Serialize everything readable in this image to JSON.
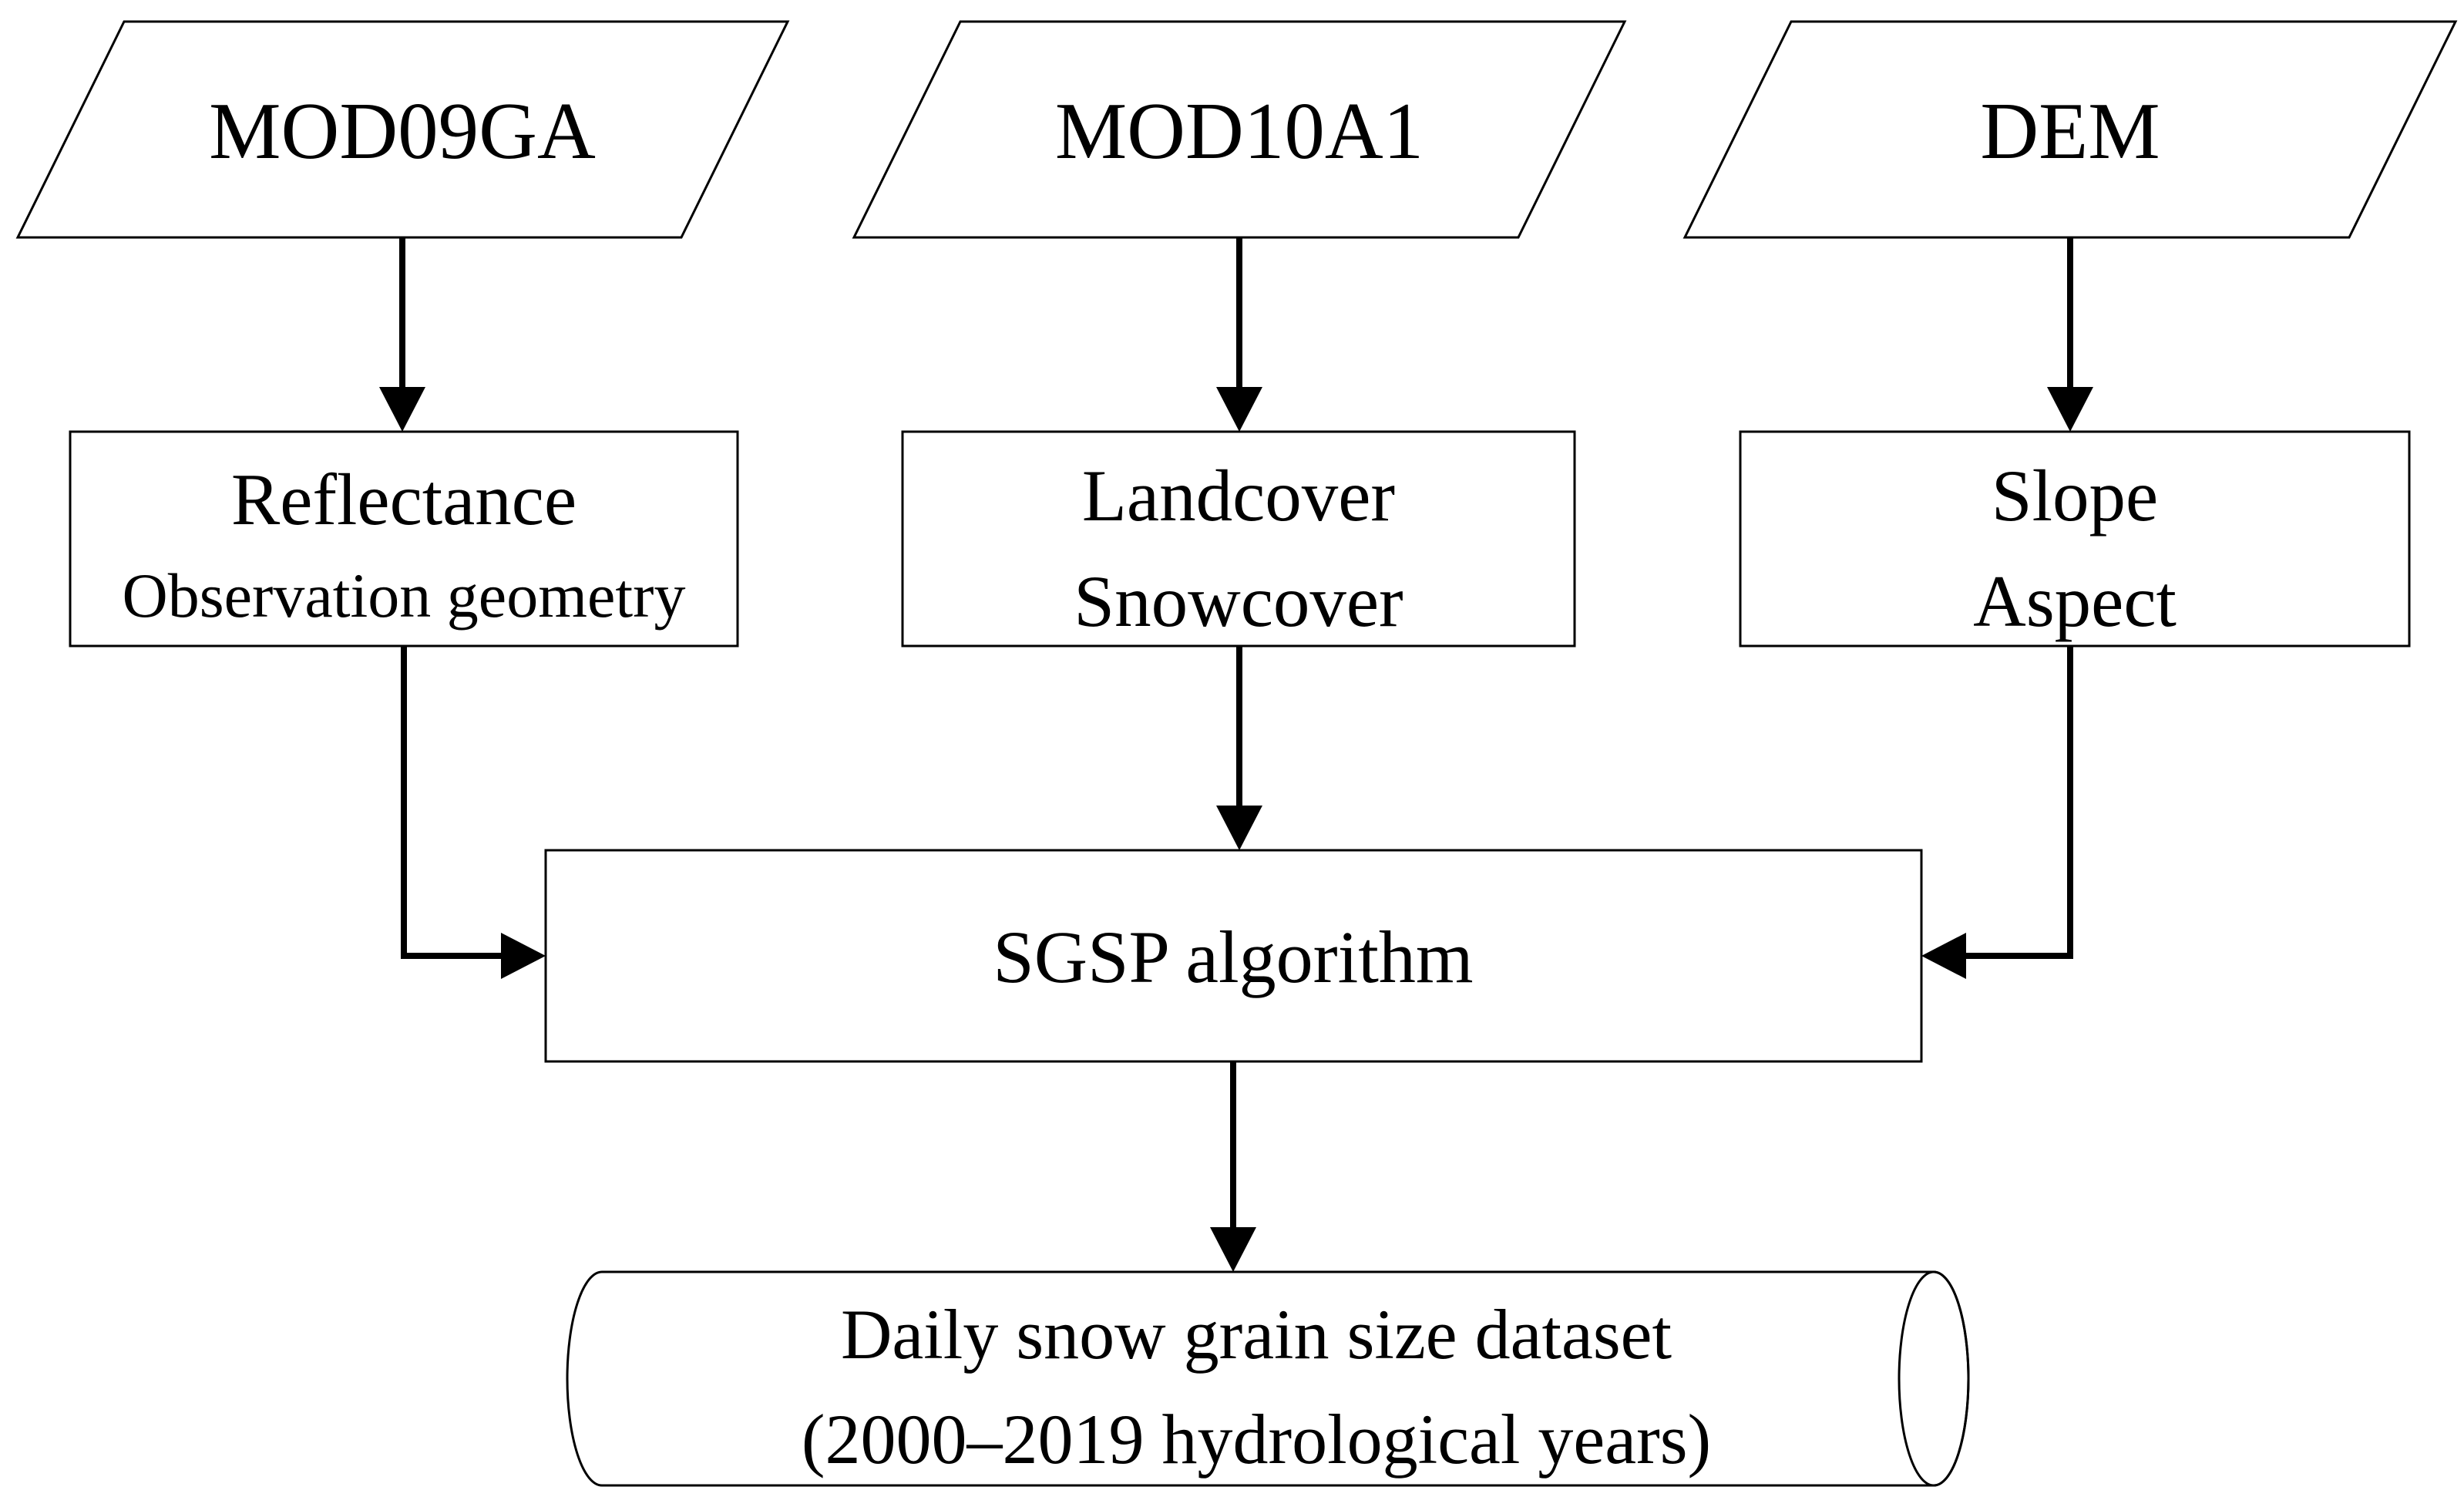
{
  "figure": {
    "background_color": "#ffffff",
    "stroke_color": "#000000",
    "inputs": [
      {
        "shape": "parallelogram",
        "label": "MOD09GA"
      },
      {
        "shape": "parallelogram",
        "label": "MOD10A1"
      },
      {
        "shape": "parallelogram",
        "label": "DEM"
      }
    ],
    "stage2": [
      {
        "shape": "rectangle",
        "line1": "Reflectance",
        "line2": "Observation geometry"
      },
      {
        "shape": "rectangle",
        "line1": "Landcover",
        "line2": "Snowcover"
      },
      {
        "shape": "rectangle",
        "line1": "Slope",
        "line2": "Aspect"
      }
    ],
    "process": {
      "shape": "rectangle",
      "label": "SGSP algorithm"
    },
    "output": {
      "shape": "cylinder",
      "line1": "Daily snow grain size dataset",
      "line2": "(2000–2019 hydrological years)"
    }
  }
}
